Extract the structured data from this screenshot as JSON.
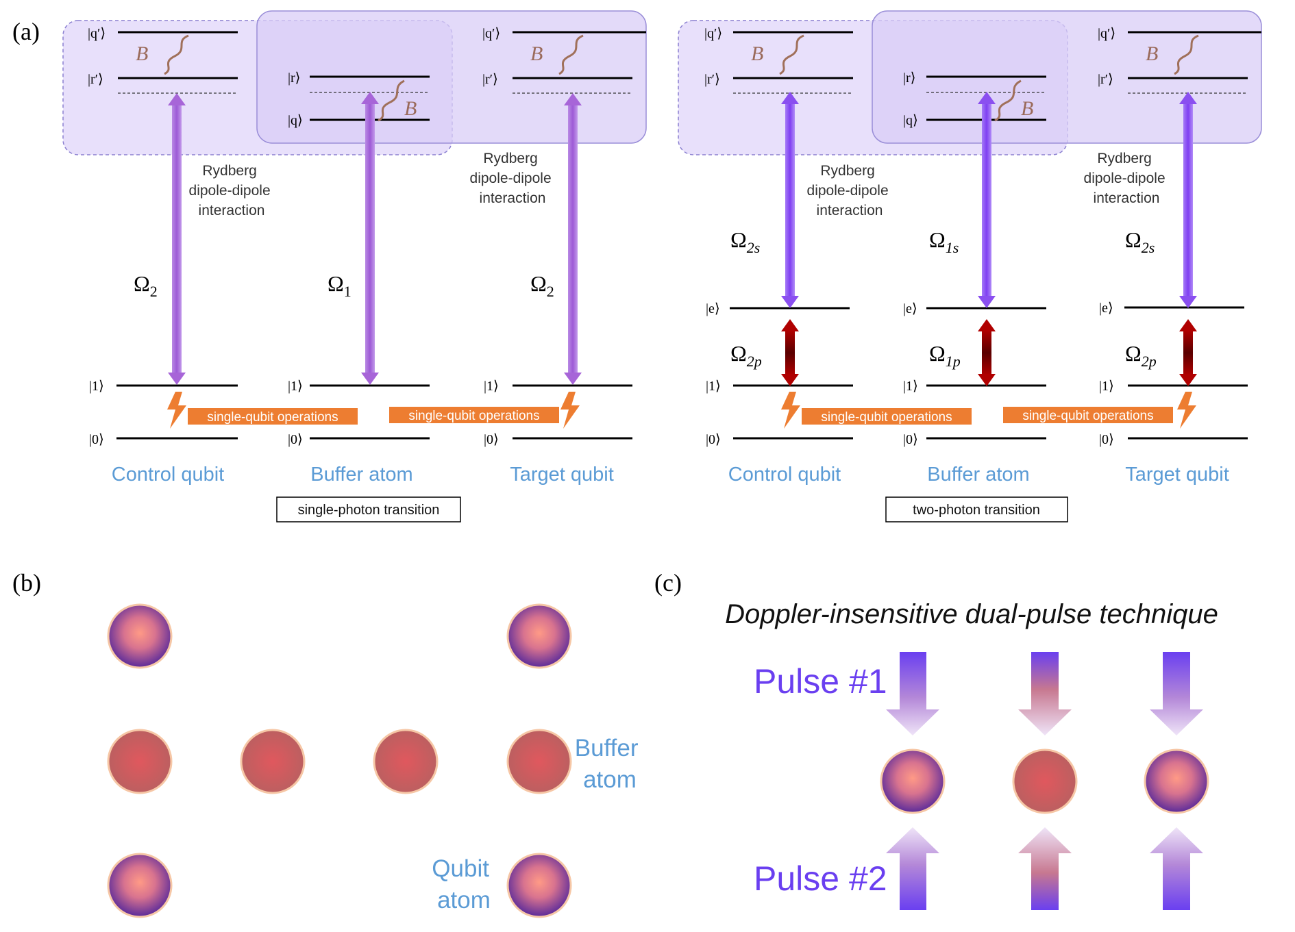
{
  "panels": {
    "a": "(a)",
    "b": "(b)",
    "c": "(c)"
  },
  "levels": {
    "qp": "|q′⟩",
    "rp": "|r′⟩",
    "r": "|r⟩",
    "q": "|q⟩",
    "e": "|e⟩",
    "one": "|1⟩",
    "zero": "|0⟩"
  },
  "coupling_label": "B",
  "interaction_label": [
    "Rydberg",
    "dipole-dipole",
    "interaction"
  ],
  "single_qubit_ops": "single-qubit operations",
  "roles": {
    "control": "Control qubit",
    "buffer": "Buffer atom",
    "target": "Target qubit"
  },
  "transitions": {
    "single": "single-photon transition",
    "two": "two-photon transition"
  },
  "rabi_single": {
    "control": {
      "main": "Ω",
      "sub": "2"
    },
    "buffer": {
      "main": "Ω",
      "sub": "1"
    },
    "target": {
      "main": "Ω",
      "sub": "2"
    }
  },
  "rabi_two": {
    "control_s": {
      "main": "Ω",
      "sub": "2s"
    },
    "buffer_s": {
      "main": "Ω",
      "sub": "1s"
    },
    "target_s": {
      "main": "Ω",
      "sub": "2s"
    },
    "control_p": {
      "main": "Ω",
      "sub": "2p"
    },
    "buffer_p": {
      "main": "Ω",
      "sub": "1p"
    },
    "target_p": {
      "main": "Ω",
      "sub": "2p"
    }
  },
  "array_labels": {
    "buffer": [
      "Buffer",
      "atom"
    ],
    "qubit": [
      "Qubit",
      "atom"
    ]
  },
  "technique_title": "Doppler-insensitive dual-pulse technique",
  "pulses": {
    "p1": "Pulse #1",
    "p2": "Pulse #2"
  },
  "colors": {
    "role_text": "#5b9bd5",
    "pulse_text": "#6a3ff0",
    "region_fill": "#e6dcfa",
    "region_fill_dark": "#cdb8f3",
    "laser_single": "#a765d8",
    "laser_two": "#8a4ff0",
    "laser_red": "#a00000",
    "ops_orange": "#ed7d31",
    "coupling": "#a0705a"
  }
}
